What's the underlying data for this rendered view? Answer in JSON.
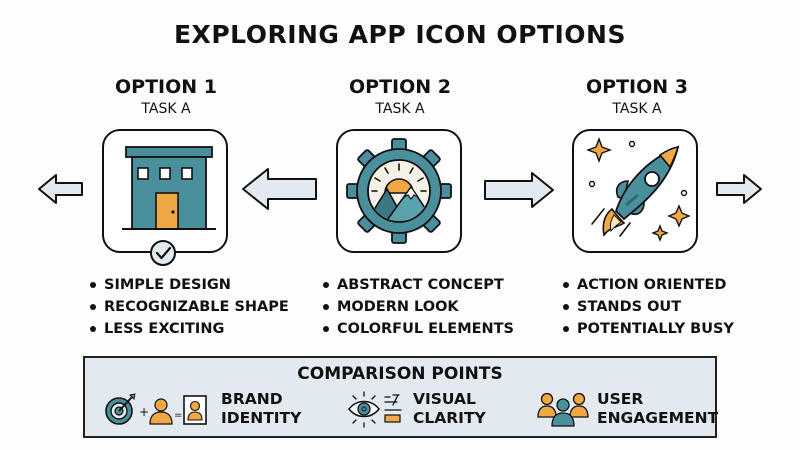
{
  "title": "EXPLORING APP ICON OPTIONS",
  "options": [
    {
      "name": "OPTION 1",
      "task": "TASK A",
      "icon": "building-icon",
      "badge": "checkmark-icon",
      "bullets": [
        "SIMPLE DESIGN",
        "RECOGNIZABLE SHAPE",
        "LESS EXCITING"
      ]
    },
    {
      "name": "OPTION 2",
      "task": "TASK A",
      "icon": "gear-mountain-sun-icon",
      "bullets": [
        "ABSTRACT CONCEPT",
        "MODERN LOOK",
        "COLORFUL ELEMENTS"
      ]
    },
    {
      "name": "OPTION 3",
      "task": "TASK A",
      "icon": "rocket-icon",
      "bullets": [
        "ACTION ORIENTED",
        "STANDS OUT",
        "POTENTIALLY BUSY"
      ]
    }
  ],
  "navigation": {
    "arrows": [
      "arrow-left-icon",
      "arrow-left-icon",
      "arrow-right-icon",
      "arrow-right-icon"
    ]
  },
  "comparison": {
    "title": "COMPARISON POINTS",
    "points": [
      {
        "line1": "BRAND",
        "line2": "IDENTITY",
        "icon": "target-plus-person-equals-portrait-icon"
      },
      {
        "line1": "VISUAL",
        "line2": "CLARITY",
        "icon": "eye-text-icon"
      },
      {
        "line1": "USER",
        "line2": "ENGAGEMENT",
        "icon": "user-group-icon"
      }
    ]
  },
  "colors": {
    "teal": "#4a8f9c",
    "orange": "#f0a845",
    "arrow_fill": "#e3eaef",
    "panel_fill": "#e3eaef",
    "outline": "#111111"
  }
}
